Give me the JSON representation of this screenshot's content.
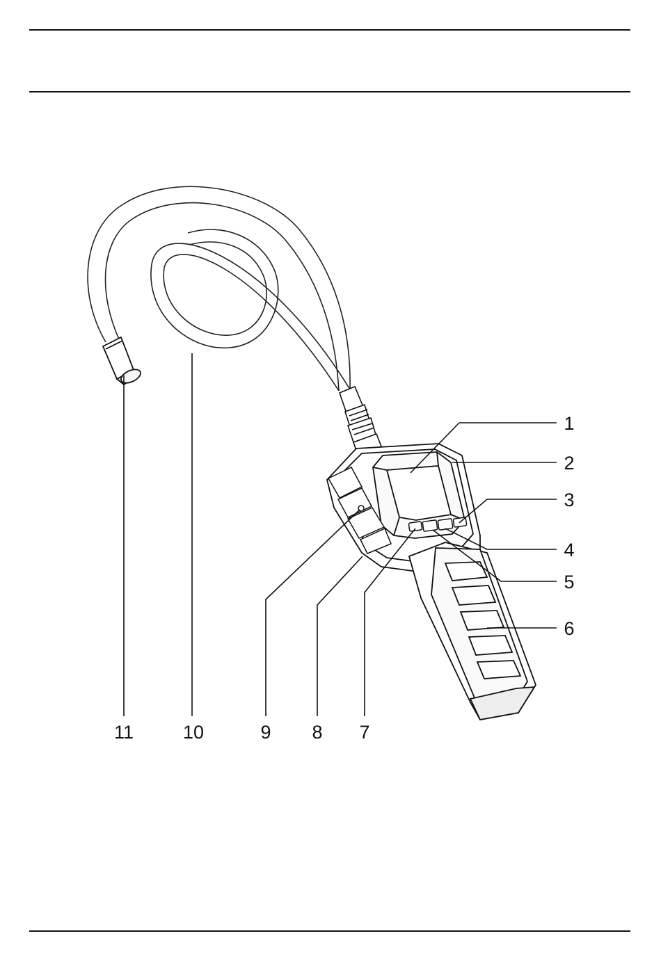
{
  "callouts": [
    {
      "id": "1",
      "text": "1"
    },
    {
      "id": "2",
      "text": "2"
    },
    {
      "id": "3",
      "text": "3"
    },
    {
      "id": "4",
      "text": "4"
    },
    {
      "id": "5",
      "text": "5"
    },
    {
      "id": "6",
      "text": "6"
    },
    {
      "id": "7",
      "text": "7"
    },
    {
      "id": "8",
      "text": "8"
    },
    {
      "id": "9",
      "text": "9"
    },
    {
      "id": "10",
      "text": "10"
    },
    {
      "id": "11",
      "text": "11"
    }
  ],
  "colors": {
    "line": "#111111",
    "background": "#ffffff",
    "shade": "#e9e9e9"
  }
}
